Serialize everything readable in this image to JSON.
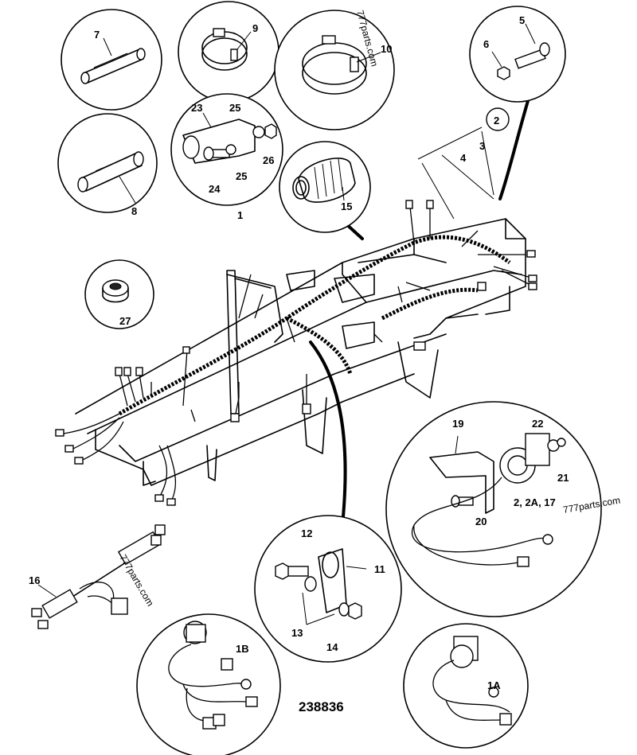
{
  "drawing_number": "238836",
  "watermarks": [
    "777parts.com",
    "777parts.com",
    "777parts.com"
  ],
  "callouts": {
    "p1": "1",
    "p2": "2",
    "p3": "3",
    "p4": "4",
    "p5": "5",
    "p6": "6",
    "p7": "7",
    "p8": "8",
    "p9": "9",
    "p10": "10",
    "p11": "11",
    "p12": "12",
    "p13": "13",
    "p14": "14",
    "p15": "15",
    "p16": "16",
    "p19": "19",
    "p20": "20",
    "p21": "21",
    "p22": "22",
    "p23": "23",
    "p24": "24",
    "p25a": "25",
    "p25b": "25",
    "p26": "26",
    "p27": "27",
    "p1a": "1A",
    "p1b": "1B",
    "p2set": "2, 2A, 17"
  }
}
